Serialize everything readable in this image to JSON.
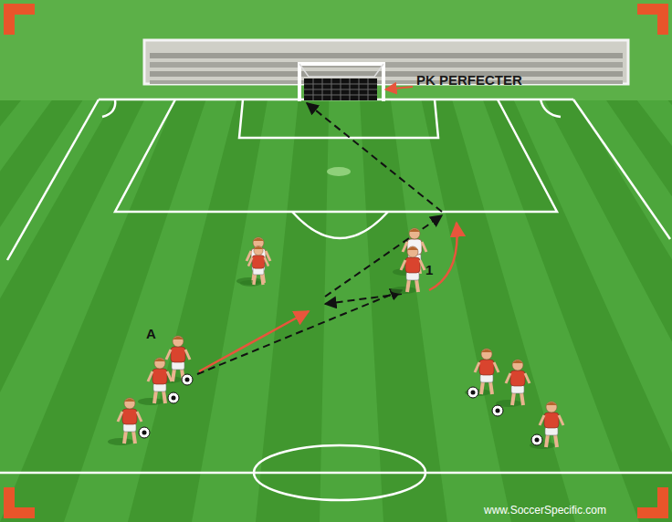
{
  "diagram": {
    "labels": [
      "PK PERFECTER",
      "A",
      "1",
      "www.SoccerSpecific.com"
    ]
  }
}
